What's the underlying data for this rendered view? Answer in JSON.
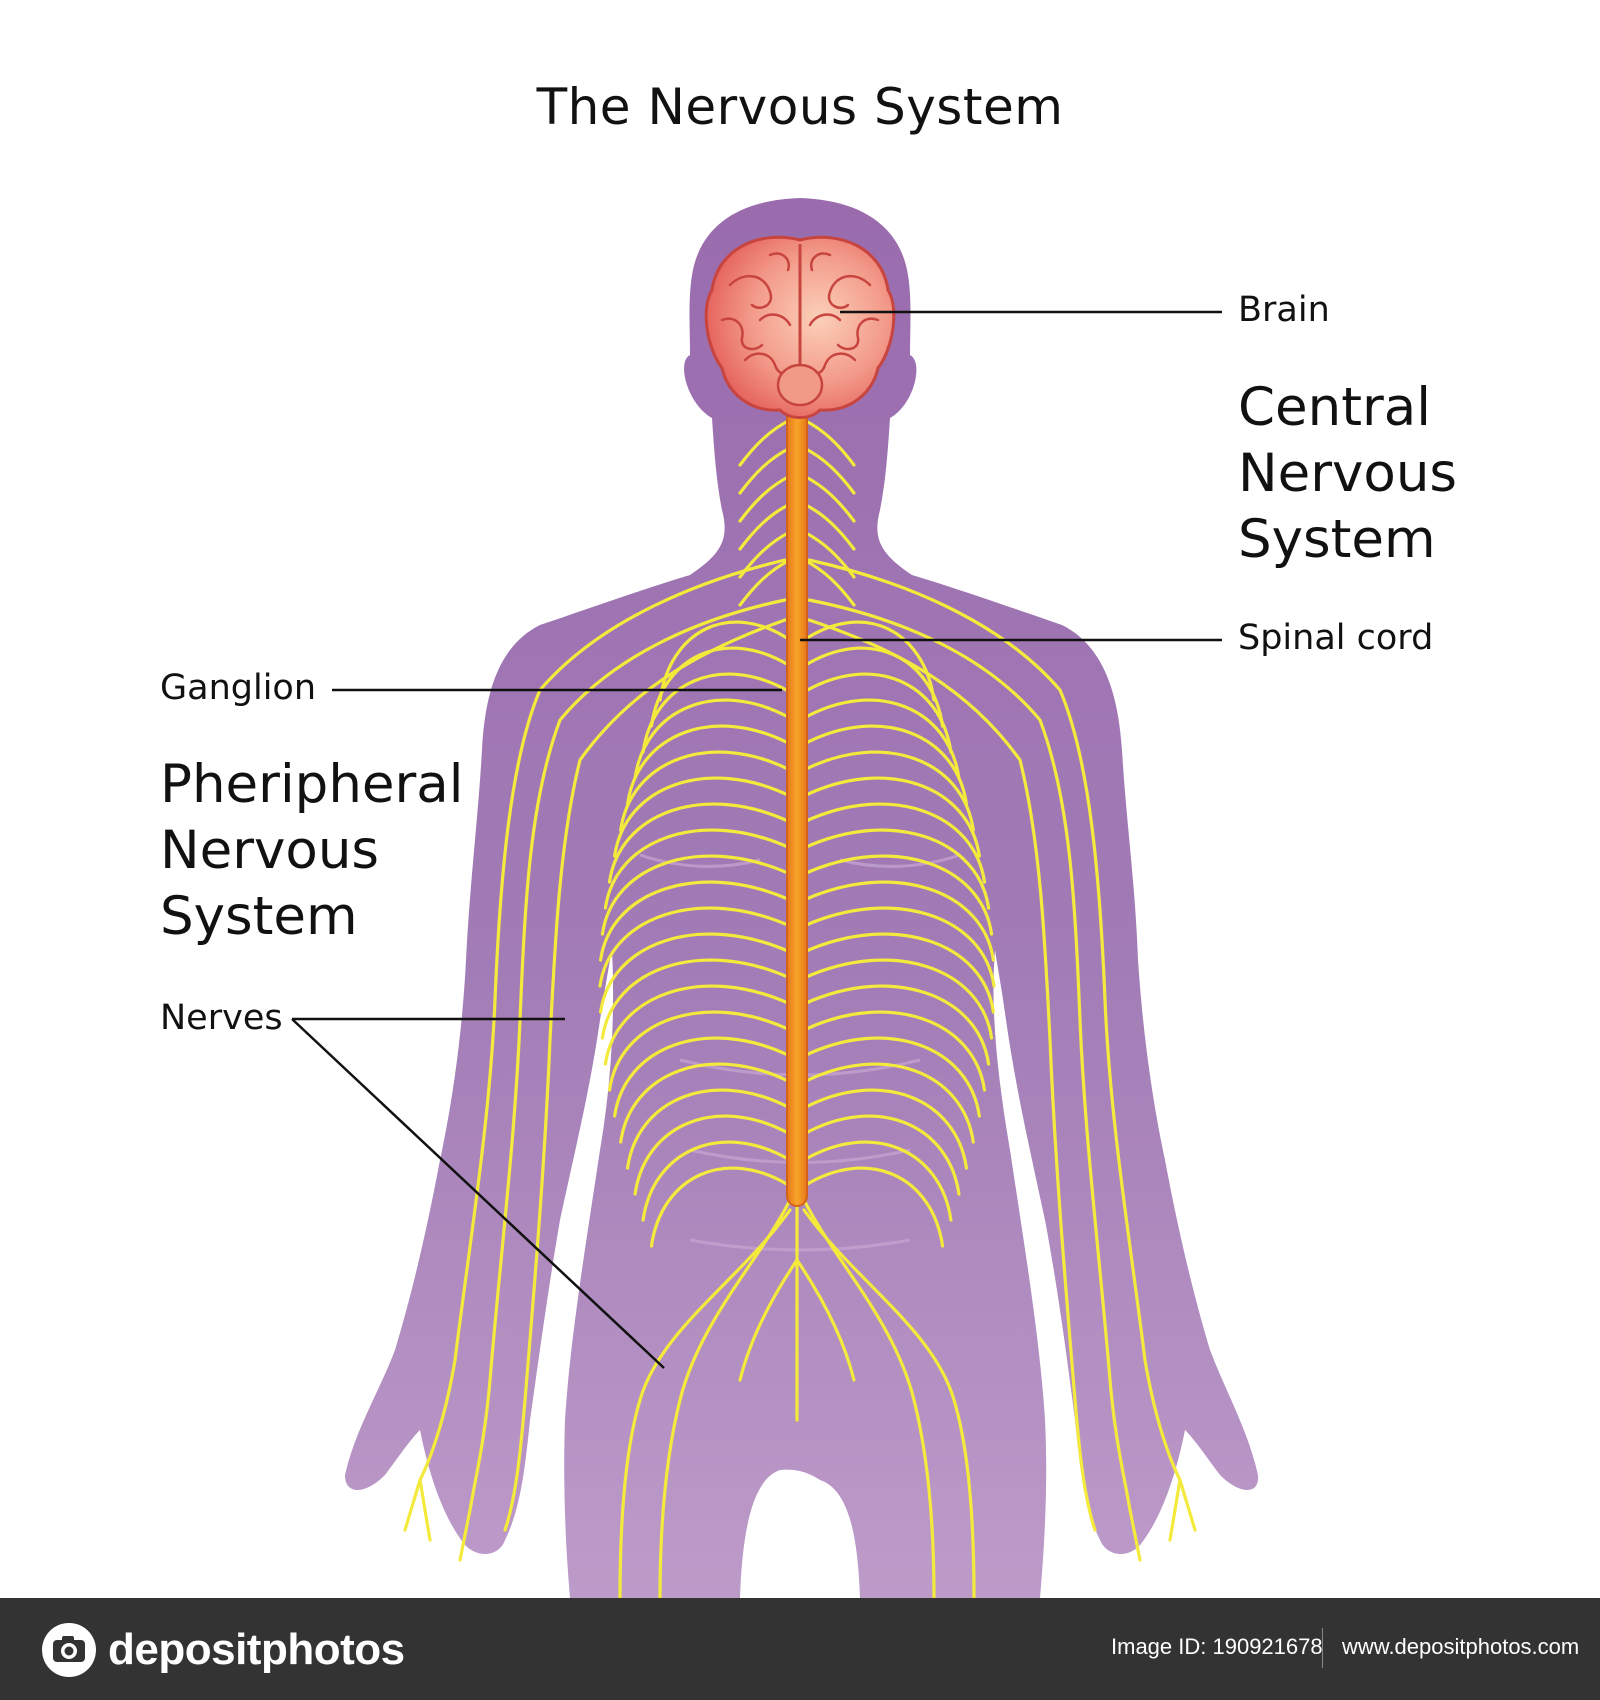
{
  "title": "The Nervous System",
  "labels": {
    "brain": "Brain",
    "spinal_cord": "Spinal cord",
    "ganglion": "Ganglion",
    "nerves": "Nerves"
  },
  "groups": {
    "central": [
      "Central",
      "Nervous",
      "System"
    ],
    "peripheral": [
      "Pheripheral",
      "Nervous",
      "System"
    ]
  },
  "footer": {
    "logo_text": "depositphotos",
    "image_id": "Image ID: 190921678",
    "website": "www.depositphotos.com"
  },
  "colors": {
    "body": "#a27cb6",
    "brain": "#ef7d74",
    "spinal_cord": "#f39a1d",
    "nerves": "#f4ea3c",
    "footer_bg": "#333333"
  }
}
